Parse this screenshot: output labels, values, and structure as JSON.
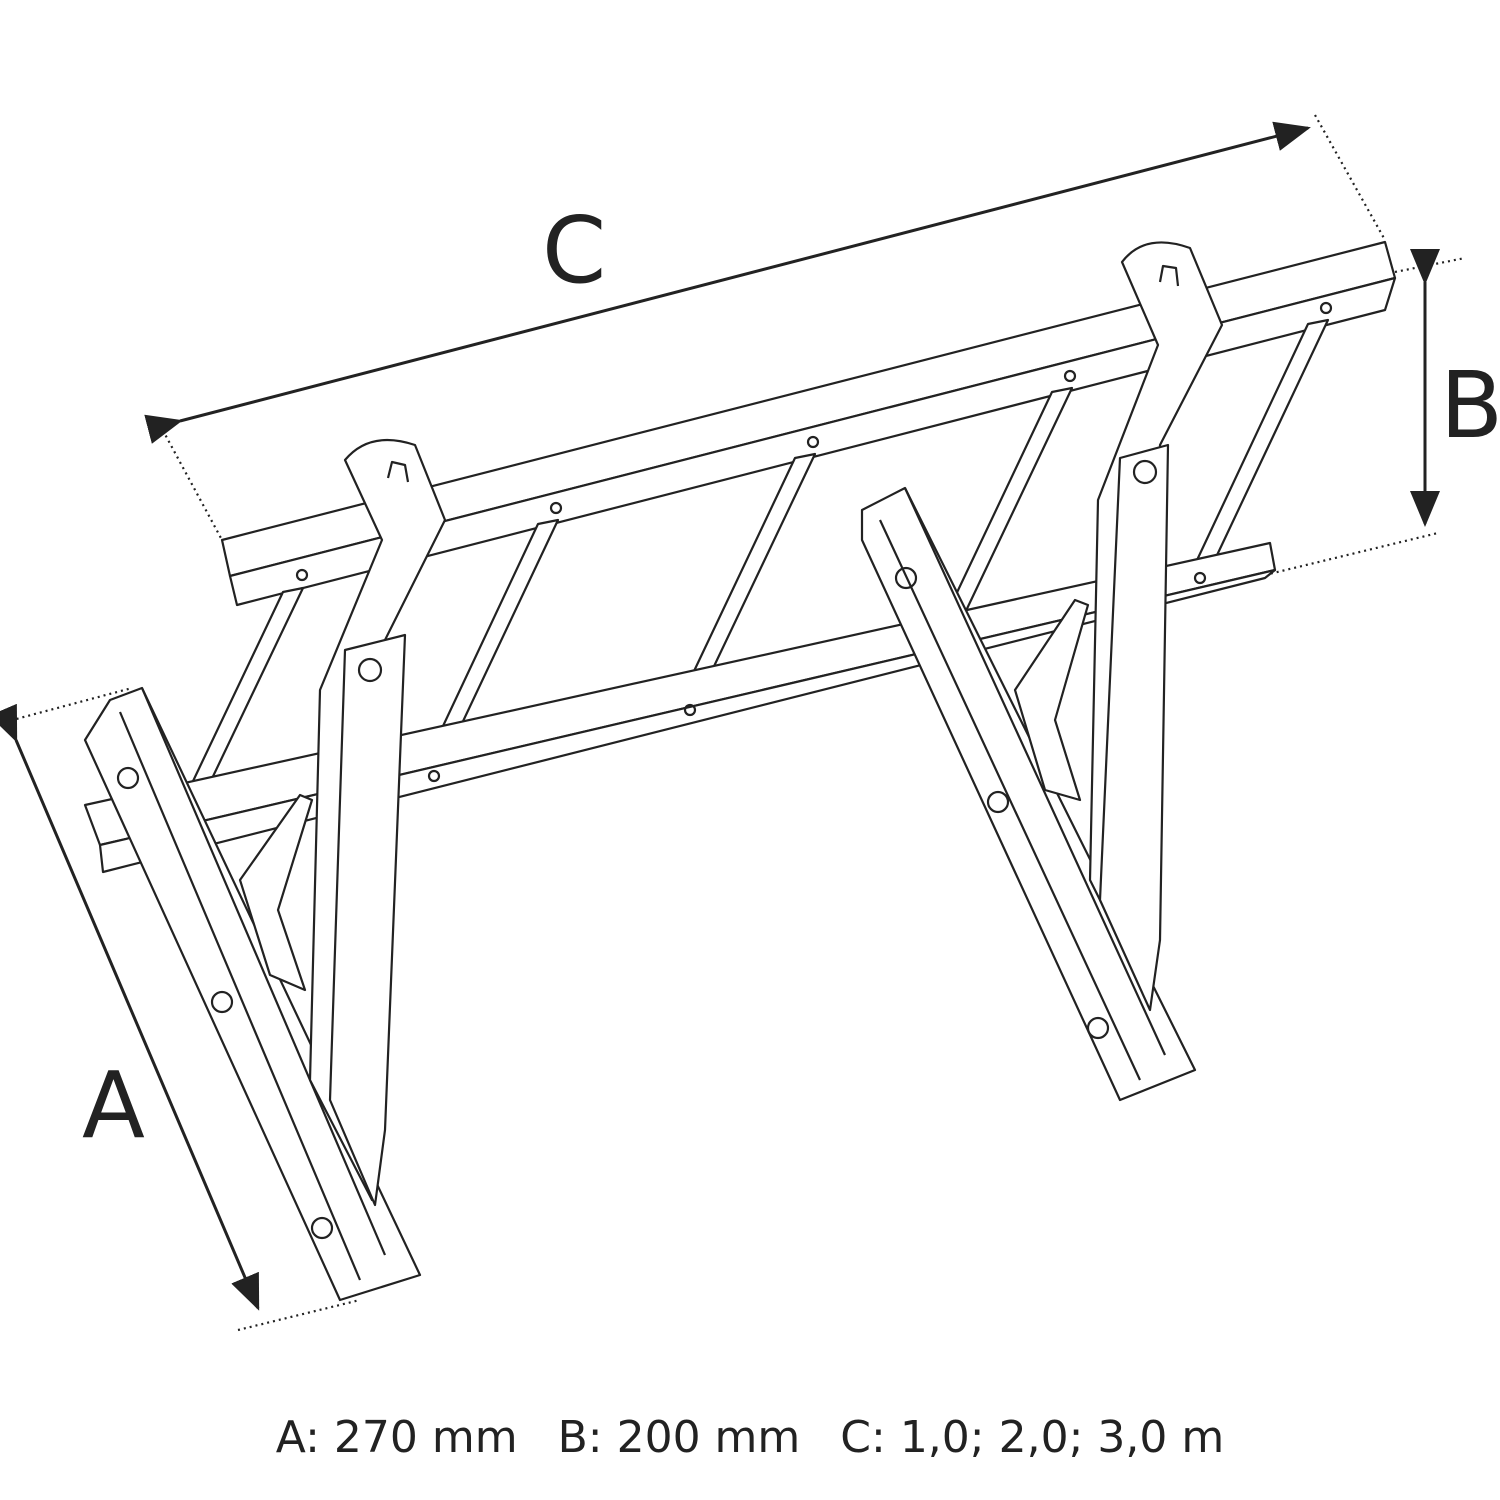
{
  "labels": {
    "a": "A",
    "b": "B",
    "c": "C"
  },
  "caption": {
    "a": "A: 270 mm",
    "b": "B: 200 mm",
    "c": "C: 1,0; 2,0; 3,0 m"
  },
  "colors": {
    "line": "#222222",
    "background": "#ffffff"
  }
}
